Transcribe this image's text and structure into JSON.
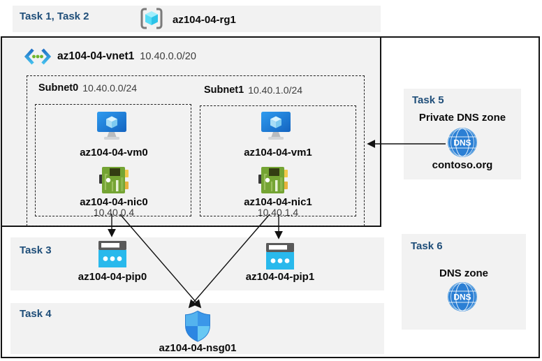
{
  "tasks_band": {
    "label": "Task 1, Task 2"
  },
  "resource_group": {
    "name": "az104-04-rg1"
  },
  "vnet": {
    "name": "az104-04-vnet1",
    "cidr": "10.40.0.0/20"
  },
  "subnets": [
    {
      "name": "Subnet0",
      "cidr": "10.40.0.0/24",
      "vm": "az104-04-vm0",
      "nic": "az104-04-nic0",
      "nic_ip": "10.40.0.4"
    },
    {
      "name": "Subnet1",
      "cidr": "10.40.1.0/24",
      "vm": "az104-04-vm1",
      "nic": "az104-04-nic1",
      "nic_ip": "10.40.1.4"
    }
  ],
  "task3": {
    "label": "Task 3",
    "pip0": "az104-04-pip0",
    "pip1": "az104-04-pip1"
  },
  "task4": {
    "label": "Task 4",
    "nsg": "az104-04-nsg01"
  },
  "task5": {
    "label": "Task 5",
    "title": "Private DNS zone",
    "zone_name": "contoso.org",
    "dns_badge": "DNS"
  },
  "task6": {
    "label": "Task 6",
    "title": "DNS zone",
    "dns_badge": "DNS"
  },
  "colors": {
    "task_label": "#1F4E79",
    "band_bg": "#F2F2F2",
    "frame_border": "#141414",
    "arrow": "#111111"
  }
}
